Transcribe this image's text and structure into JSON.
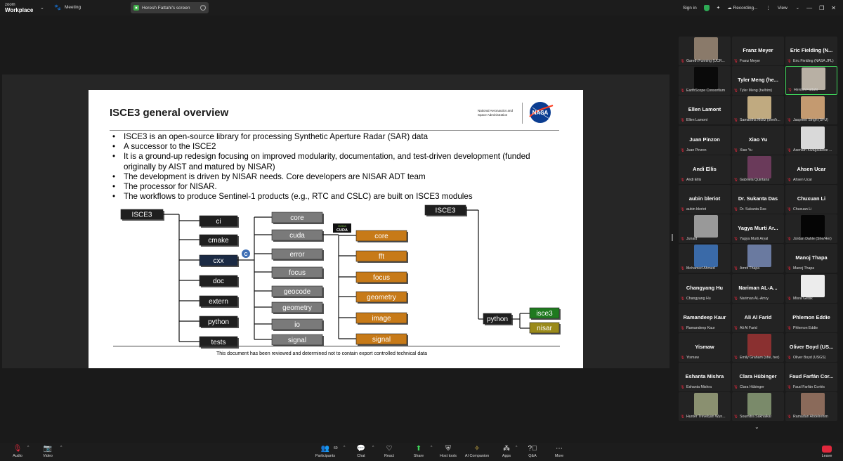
{
  "app": {
    "brand_top": "zoom",
    "brand_bottom": "Workplace"
  },
  "topbar": {
    "meeting_label": "Meeting",
    "screen_pill": "Heresh Fattahi's screen",
    "sign_in": "Sign in",
    "recording": "Recording...",
    "view": "View"
  },
  "slide": {
    "title": "ISCE3 general overview",
    "org_line1": "National Aeronautics and",
    "org_line2": "Space Administration",
    "logo_text": "NASA",
    "bullets": [
      "ISCE3 is an open-source library for processing Synthetic Aperture Radar (SAR) data",
      "A successor to the ISCE2",
      "It is a ground-up redesign focusing on improved modularity, documentation, and test-driven development (funded originally by AIST and matured by NISAR)",
      "The development is driven by NISAR needs. Core developers are NISAR ADT team",
      "The processor for NISAR.",
      "The workflows to produce Sentinel-1 products (e.g., RTC and CSLC) are built on ISCE3 modules"
    ],
    "footer": "This document has been reviewed and determined not to contain export controlled technical data",
    "diagram": {
      "root": "ISCE3",
      "level1": [
        "ci",
        "cmake",
        "cxx",
        "doc",
        "extern",
        "python",
        "tests"
      ],
      "cxx_children": [
        "core",
        "cuda",
        "error",
        "focus",
        "geocode",
        "geometry",
        "io",
        "signal"
      ],
      "cuda_children": [
        "core",
        "fft",
        "focus",
        "geometry",
        "image",
        "signal"
      ],
      "cuda_badge_top": "NVIDIA",
      "cuda_badge": "CUDA",
      "cpp_badge": "C",
      "root2": "ISCE3",
      "root2_child": "python",
      "python_children": [
        "isce3",
        "nisar"
      ],
      "colors": {
        "dark": "#1f1f1f",
        "gray": "#7a7a7a",
        "orange": "#c77a18",
        "green": "#1f7a1f",
        "olive": "#9a8a1a",
        "navy": "#1b2a44"
      }
    }
  },
  "participants": [
    {
      "name": "",
      "sub": "Gareth Funning (UCR...",
      "pic": "#8a7a6a"
    },
    {
      "name": "Franz Meyer",
      "sub": "Franz Meyer"
    },
    {
      "name": "Eric Fielding (N...",
      "sub": "Eric Fielding (NASA JPL)"
    },
    {
      "name": "",
      "sub": "EarthScope Consortium",
      "pic": "#0a0a0a"
    },
    {
      "name": "Tyler Meng (he...",
      "sub": "Tyler Meng (he/him)"
    },
    {
      "name": "",
      "sub": "Heresh Fattahi",
      "pic": "#b8b0a4",
      "active": true
    },
    {
      "name": "Ellen Lamont",
      "sub": "Ellen Lamont"
    },
    {
      "name": "",
      "sub": "Samantha Moltz (she/h...",
      "pic": "#c0aa80"
    },
    {
      "name": "",
      "sub": "Jaspreet Singh (SFU)",
      "pic": "#c49a70"
    },
    {
      "name": "Juan Pinzon",
      "sub": "Juan Pinzon"
    },
    {
      "name": "Xiao Yu",
      "sub": "Xiao Yu"
    },
    {
      "name": "",
      "sub": "Asenath Kwagalakwe ...",
      "pic": "#d9d9d9"
    },
    {
      "name": "Andi Ellis",
      "sub": "Andi Ellis"
    },
    {
      "name": "",
      "sub": "Gabriela Quintana",
      "pic": "#6a3a5a"
    },
    {
      "name": "Ahsen Ucar",
      "sub": "Ahsen Ucar"
    },
    {
      "name": "aubin bleriot",
      "sub": "aubin bleriot"
    },
    {
      "name": "Dr. Sukanta Das",
      "sub": "Dr. Sukanta Das"
    },
    {
      "name": "Chuxuan Li",
      "sub": "Chuxuan Li"
    },
    {
      "name": "",
      "sub": "Junaid",
      "pic": "#999999"
    },
    {
      "name": "Yagya Murti Ar...",
      "sub": "Yagya Murti Aryal"
    },
    {
      "name": "",
      "sub": "Jordan Dahle (She/Her)",
      "pic": "#050505"
    },
    {
      "name": "",
      "sub": "Mohamed Ahmed",
      "pic": "#3a6aa8"
    },
    {
      "name": "",
      "sub": "Amrit Thapa",
      "pic": "#6a7aa0"
    },
    {
      "name": "Manoj Thapa",
      "sub": "Manoj Thapa"
    },
    {
      "name": "Changyang Hu",
      "sub": "Changyang Hu"
    },
    {
      "name": "Nariman AL-A...",
      "sub": "Nariman AL-Amry"
    },
    {
      "name": "",
      "sub": "Misra Gedik",
      "pic": "#ececec"
    },
    {
      "name": "Ramandeep Kaur",
      "sub": "Ramandeep Kaur"
    },
    {
      "name": "Ali Al Farid",
      "sub": "Ali Al Farid"
    },
    {
      "name": "Phlemon Eddie",
      "sub": "Phlemon Eddie"
    },
    {
      "name": "Yismaw",
      "sub": "Yismaw"
    },
    {
      "name": "",
      "sub": "Emily Graham (she, her)",
      "pic": "#8a3030"
    },
    {
      "name": "Oliver Boyd (US...",
      "sub": "Oliver Boyd (USGS)"
    },
    {
      "name": "Eshanta Mishra",
      "sub": "Eshanta Mishra"
    },
    {
      "name": "Clara Hübinger",
      "sub": "Clara Hübinger"
    },
    {
      "name": "Faud Farfán Cor...",
      "sub": "Faud Farfán Cortés"
    },
    {
      "name": "",
      "sub": "Hunter Trevelyan Wyn...",
      "pic": "#8a9070"
    },
    {
      "name": "",
      "sub": "Soumitra Sakhalkar",
      "pic": "#7a8a6a"
    },
    {
      "name": "",
      "sub": "Ramadan Abdelrehim",
      "pic": "#8a6a5a"
    }
  ],
  "toolbar": {
    "audio": "Audio",
    "video": "Video",
    "participants": "Participants",
    "participants_count": "60",
    "chat": "Chat",
    "react": "React",
    "share": "Share",
    "host_tools": "Host tools",
    "ai_companion": "AI Companion",
    "apps": "Apps",
    "qa": "Q&A",
    "more": "More",
    "leave": "Leave"
  }
}
